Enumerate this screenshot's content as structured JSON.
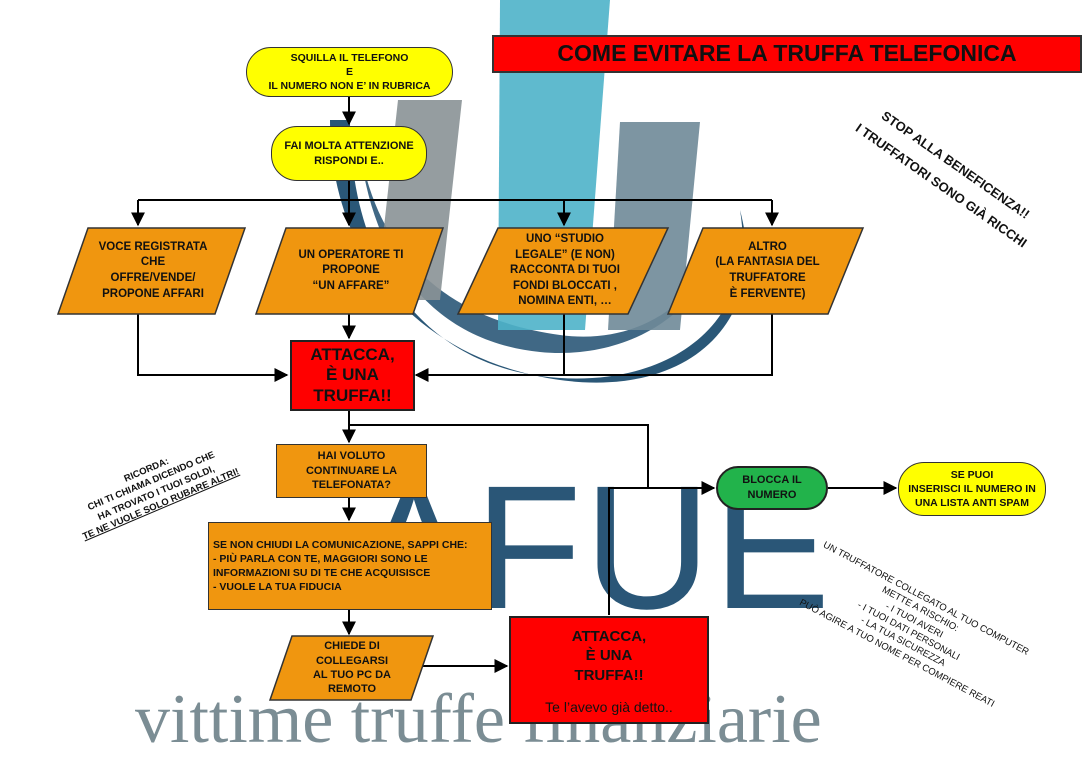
{
  "title": "COME EVITARE LA TRUFFA TELEFONICA",
  "colors": {
    "orange": "#f0960f",
    "red": "#ff0000",
    "yellow": "#ffff00",
    "green": "#22b34b",
    "watermark_text": "#7b8d94",
    "logo_navy": "#1f4e70",
    "logo_teal": "#4eb3c9",
    "logo_gray": "#8a9296"
  },
  "watermark": {
    "logo_letters": "AFUE",
    "tagline": "vittime truffe finanziarie"
  },
  "nodes": {
    "start": "SQUILLA IL TELEFONO\nE\nIL NUMERO NON E’ IN RUBRICA",
    "attention": "FAI MOLTA ATTENZIONE\nRISPONDI E..",
    "voice": "VOCE REGISTRATA\nCHE\nOFFRE/VENDE/\nPROPONE AFFARI",
    "operator": "UN OPERATORE TI\nPROPONE\n“UN AFFARE”",
    "legal": "UNO “STUDIO\nLEGALE” (E NON)\nRACCONTA DI TUOI\nFONDI BLOCCATI ,\nNOMINA ENTI, …",
    "other": "ALTRO\n(LA FANTASIA DEL\nTRUFFATORE\nÈ FERVENTE)",
    "scam1": "ATTACCA,\nÈ UNA\nTRUFFA!!",
    "continued": "HAI VOLUTO\nCONTINUARE LA\nTELEFONATA?",
    "if_not_close": "SE NON CHIUDI LA COMUNICAZIONE, SAPPI CHE:\n- PIÙ PARLA CON TE, MAGGIORI SONO LE\nINFORMAZIONI SU DI TE CHE ACQUISISCE\n- VUOLE LA TUA FIDUCIA",
    "remote": "CHIEDE DI\nCOLLEGARSI\nAL TUO PC DA\nREMOTO",
    "scam2": "ATTACCA,\nÈ UNA\nTRUFFA!!",
    "scam2_note": "Te l’avevo già detto..",
    "block": "BLOCCA IL\nNUMERO",
    "spam": "SE PUOI\nINSERISCI IL NUMERO IN\nUNA LISTA ANTI SPAM"
  },
  "notes": {
    "charity": "STOP ALLA BENEFICENZA!!\nI TRUFFATORI SONO GIÀ RICCHI",
    "remember_1": "RICORDA:",
    "remember_2": "CHI TI CHIAMA DICENDO CHE\nHA TROVATO I TUOI SOLDI,",
    "remember_3": "TE NE VUOLE SOLO RUBARE ALTRI!",
    "computer": "UN TRUFFATORE COLLEGATO AL TUO COMPUTER\nMETTE A RISCHIO:\n- I TUOI AVERI\n- I TUOI DATI PERSONALI\n- LA TUA SICUREZZA\nPUÒ AGIRE A TUO NOME PER COMPIERE REATI"
  }
}
